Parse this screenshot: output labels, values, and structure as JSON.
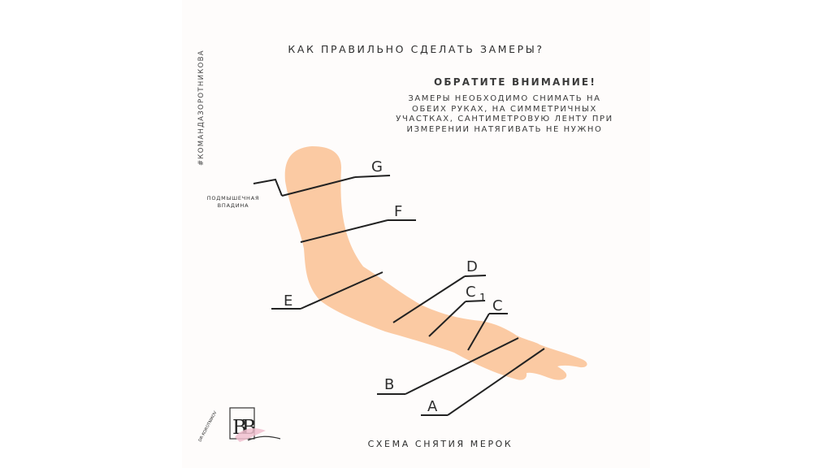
{
  "header": {
    "title": "КАК ПРАВИЛЬНО СДЕЛАТЬ ЗАМЕРЫ?",
    "attention": "ОБРАТИТЕ ВНИМАНИЕ!",
    "note_lines": [
      "ЗАМЕРЫ НЕОБХОДИМО СНИМАТЬ НА",
      "ОБЕИХ РУКАХ, НА СИММЕТРИЧНЫХ",
      "УЧАСТКАХ, САНТИМЕТРОВУЮ ЛЕНТУ ПРИ",
      "ИЗМЕРЕНИИ НАТЯГИВАТЬ НЕ НУЖНО"
    ]
  },
  "side": {
    "hashtag": "#КОМАНДАЗОРОТНИКОВА",
    "axilla_lines": [
      "ПОДМЫШЕЧНАЯ",
      "ВПАДИНА"
    ]
  },
  "markers": {
    "G": "G",
    "F": "F",
    "E": "E",
    "D": "D",
    "C1": "C",
    "C1_sub": "1",
    "C": "C",
    "B": "B",
    "A": "A"
  },
  "footer": {
    "caption": "СХЕМА СНЯТИЯ МЕРОК",
    "logo_text": "DR KOROTNIKOV",
    "logo_mark": "BB"
  },
  "colors": {
    "skin": "#fbcaa3",
    "line": "#222222",
    "logo_accent": "#f0bfcf"
  }
}
